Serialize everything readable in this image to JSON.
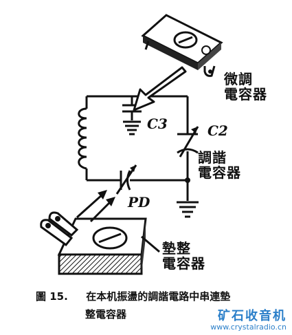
{
  "labels": {
    "trimmer": [
      "微調",
      "電容器"
    ],
    "c3": "C3",
    "c2": "C2",
    "tuning": [
      "調諧",
      "電容器"
    ],
    "pd": "PD",
    "padder": [
      "墊整",
      "電容器"
    ]
  },
  "caption": {
    "number": "圖 15.",
    "line1": "在本机振盪的調諧電路中串連墊",
    "line2": "整電容器"
  },
  "watermark": {
    "name": "矿石收音机",
    "url": "www.crystalradio.cn"
  }
}
